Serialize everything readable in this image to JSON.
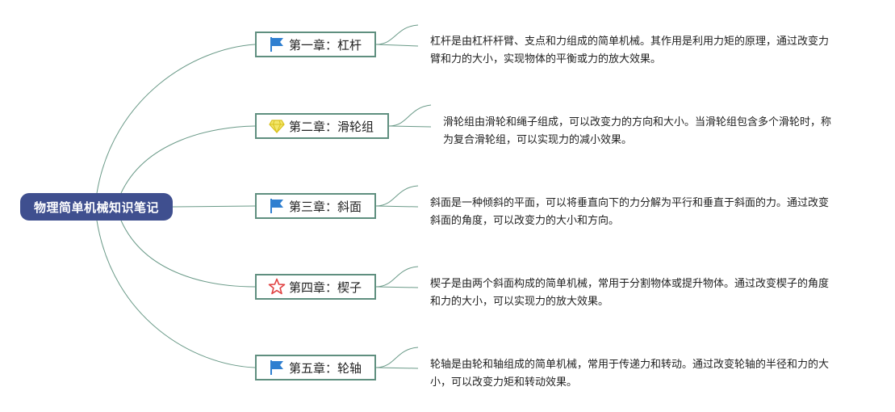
{
  "root": {
    "title": "物理简单机械知识笔记"
  },
  "chapters": [
    {
      "label": "第一章：杠杆",
      "icon": "flag-icon",
      "note": "杠杆是由杠杆杆臂、支点和力组成的简单机械。其作用是利用力矩的原理，通过改变力臂和力的大小，实现物体的平衡或力的放大效果。"
    },
    {
      "label": "第二章：滑轮组",
      "icon": "diamond-icon",
      "note": "滑轮组由滑轮和绳子组成，可以改变力的方向和大小。当滑轮组包含多个滑轮时，称为复合滑轮组，可以实现力的减小效果。"
    },
    {
      "label": "第三章：斜面",
      "icon": "flag-icon",
      "note": "斜面是一种倾斜的平面，可以将垂直向下的力分解为平行和垂直于斜面的力。通过改变斜面的角度，可以改变力的大小和方向。"
    },
    {
      "label": "第四章：楔子",
      "icon": "star-icon",
      "note": "楔子是由两个斜面构成的简单机械，常用于分割物体或提升物体。通过改变楔子的角度和力的大小，可以实现力的放大效果。"
    },
    {
      "label": "第五章：轮轴",
      "icon": "flag-icon",
      "note": "轮轴是由轮和轴组成的简单机械，常用于传递力和转动。通过改变轮轴的半径和力的大小，可以改变力矩和转动效果。"
    }
  ],
  "colors": {
    "root_bg": "#3f4f8f",
    "line": "#5f8f7f",
    "flag": "#2f7fd0",
    "diamond": "#e8d62a",
    "star": "#e04040"
  }
}
